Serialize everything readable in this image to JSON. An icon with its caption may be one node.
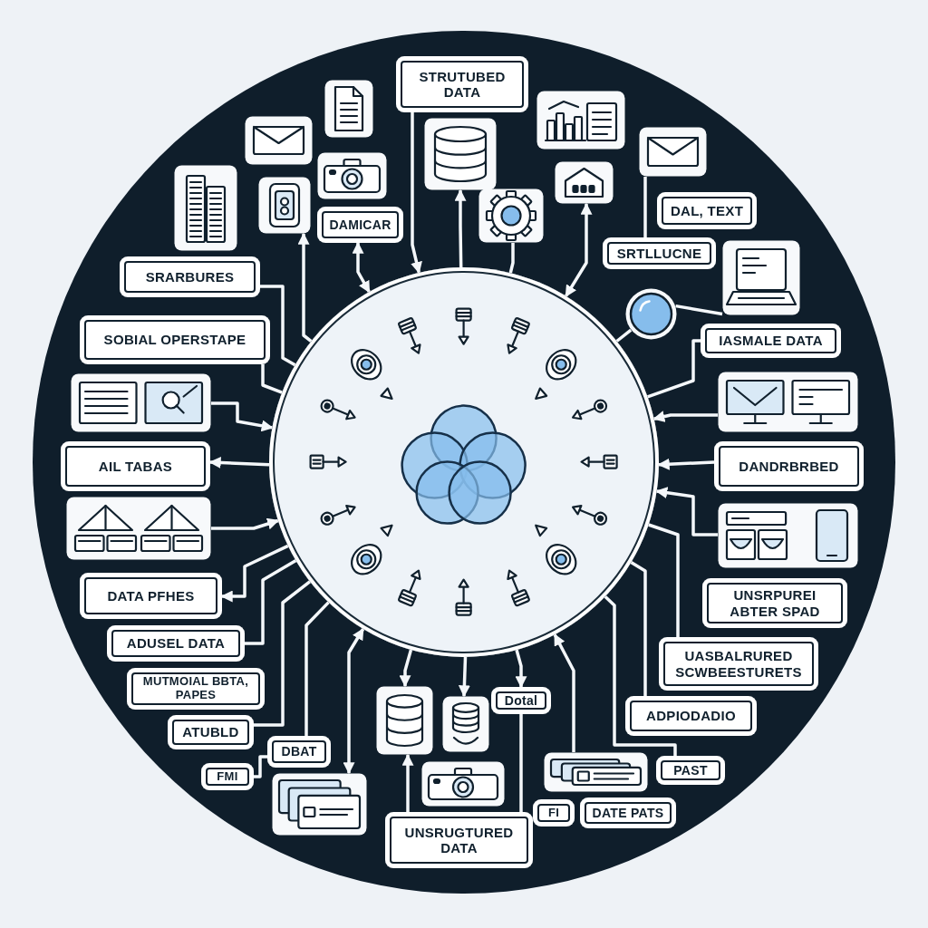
{
  "diagram": {
    "nodes": [
      {
        "text": [],
        "shape": "circle"
      },
      {
        "text": [
          "STRUTUBED DATA"
        ]
      },
      {
        "text": [],
        "shape": "picture"
      },
      {
        "text": [],
        "shape": "picture"
      },
      {
        "text": [],
        "shape": "picture"
      },
      {
        "text": [],
        "shape": "picture"
      },
      {
        "text": [],
        "shape": "picture"
      },
      {
        "text": [],
        "shape": "picture"
      },
      {
        "text": [],
        "shape": "picture"
      },
      {
        "text": [],
        "shape": "picture"
      },
      {
        "text": [],
        "shape": "picture"
      },
      {
        "text": [
          "DAL, TEXT"
        ]
      },
      {
        "text": [],
        "shape": "picture"
      },
      {
        "text": [
          "DAMICAR"
        ]
      },
      {
        "text": [
          "SRTLLUCNE"
        ]
      },
      {
        "text": [],
        "shape": "picture"
      },
      {
        "text": [
          "SRARBURES"
        ]
      },
      {
        "text": [],
        "shape": "circle"
      },
      {
        "text": [
          "SOBIAL OPERSTAPE"
        ]
      },
      {
        "text": [
          "IASMALE DATA"
        ]
      },
      {
        "text": [],
        "shape": "picture"
      },
      {
        "text": [],
        "shape": "picture"
      },
      {
        "text": [
          "AIL TABAS"
        ]
      },
      {
        "text": [
          "DANDRBRBED"
        ]
      },
      {
        "text": [],
        "shape": "picture"
      },
      {
        "text": [],
        "shape": "picture"
      },
      {
        "text": [
          "DATA PFHES"
        ]
      },
      {
        "text": [
          "UNSRPUREI ABTER SPAD"
        ]
      },
      {
        "text": [
          "ADUSEL DATA"
        ]
      },
      {
        "text": [
          "UASBALRURED SCWBEESTURETS"
        ]
      },
      {
        "text": [
          "MUTMOIAL BBTA, PAPES"
        ]
      },
      {
        "text": [
          "Dotal"
        ]
      },
      {
        "text": [
          "ADPIODADIO"
        ]
      },
      {
        "text": [],
        "shape": "picture"
      },
      {
        "text": [],
        "shape": "picture"
      },
      {
        "text": [
          "ATUBLD"
        ]
      },
      {
        "text": [
          "DBAT"
        ]
      },
      {
        "text": [],
        "shape": "picture"
      },
      {
        "text": [
          "PAST"
        ]
      },
      {
        "text": [
          "FMI"
        ]
      },
      {
        "text": [],
        "shape": "picture"
      },
      {
        "text": [],
        "shape": "picture"
      },
      {
        "text": [
          "DATE PATS"
        ]
      },
      {
        "text": [
          "UNSRUGTURED DATA"
        ]
      },
      {
        "text": [
          "FI"
        ]
      }
    ],
    "edges": [
      {
        "from": 1,
        "to": 0,
        "arrow": "to"
      },
      {
        "from": 0,
        "to": 5,
        "arrow": "to"
      },
      {
        "from": 12,
        "to": 0,
        "arrow": "none"
      },
      {
        "from": 9,
        "to": 0,
        "arrow": "both"
      },
      {
        "from": 6,
        "to": 14,
        "arrow": "none"
      },
      {
        "from": 17,
        "to": 15,
        "arrow": "none"
      },
      {
        "from": 17,
        "to": 0,
        "arrow": "none"
      },
      {
        "from": 0,
        "to": 19,
        "arrow": "none"
      },
      {
        "from": 21,
        "to": 0,
        "arrow": "to"
      },
      {
        "from": 23,
        "to": 0,
        "arrow": "to"
      },
      {
        "from": 25,
        "to": 0,
        "arrow": "to"
      },
      {
        "from": 0,
        "to": 29,
        "arrow": "none"
      },
      {
        "from": 0,
        "to": 32,
        "arrow": "none"
      },
      {
        "from": 0,
        "to": 38,
        "arrow": "none"
      },
      {
        "from": 37,
        "to": 0,
        "arrow": "to"
      },
      {
        "from": 0,
        "to": 31,
        "arrow": "to"
      },
      {
        "from": 31,
        "to": 43,
        "arrow": "none"
      },
      {
        "from": 0,
        "to": 33,
        "arrow": "to"
      },
      {
        "from": 0,
        "to": 34,
        "arrow": "to"
      },
      {
        "from": 43,
        "to": 34,
        "arrow": "to"
      },
      {
        "from": 0,
        "to": 40,
        "arrow": "both"
      },
      {
        "from": 0,
        "to": 36,
        "arrow": "none"
      },
      {
        "from": 0,
        "to": 35,
        "arrow": "none"
      },
      {
        "from": 39,
        "to": 36,
        "arrow": "none"
      },
      {
        "from": 0,
        "to": 28,
        "arrow": "none"
      },
      {
        "from": 0,
        "to": 26,
        "arrow": "to"
      },
      {
        "from": 24,
        "to": 0,
        "arrow": "to"
      },
      {
        "from": 0,
        "to": 22,
        "arrow": "to"
      },
      {
        "from": 20,
        "to": 0,
        "arrow": "to"
      },
      {
        "from": 18,
        "to": 0,
        "arrow": "none"
      },
      {
        "from": 16,
        "to": 0,
        "arrow": "none"
      },
      {
        "from": 13,
        "to": 0,
        "arrow": "both"
      },
      {
        "from": 0,
        "to": 10,
        "arrow": "to"
      }
    ]
  }
}
